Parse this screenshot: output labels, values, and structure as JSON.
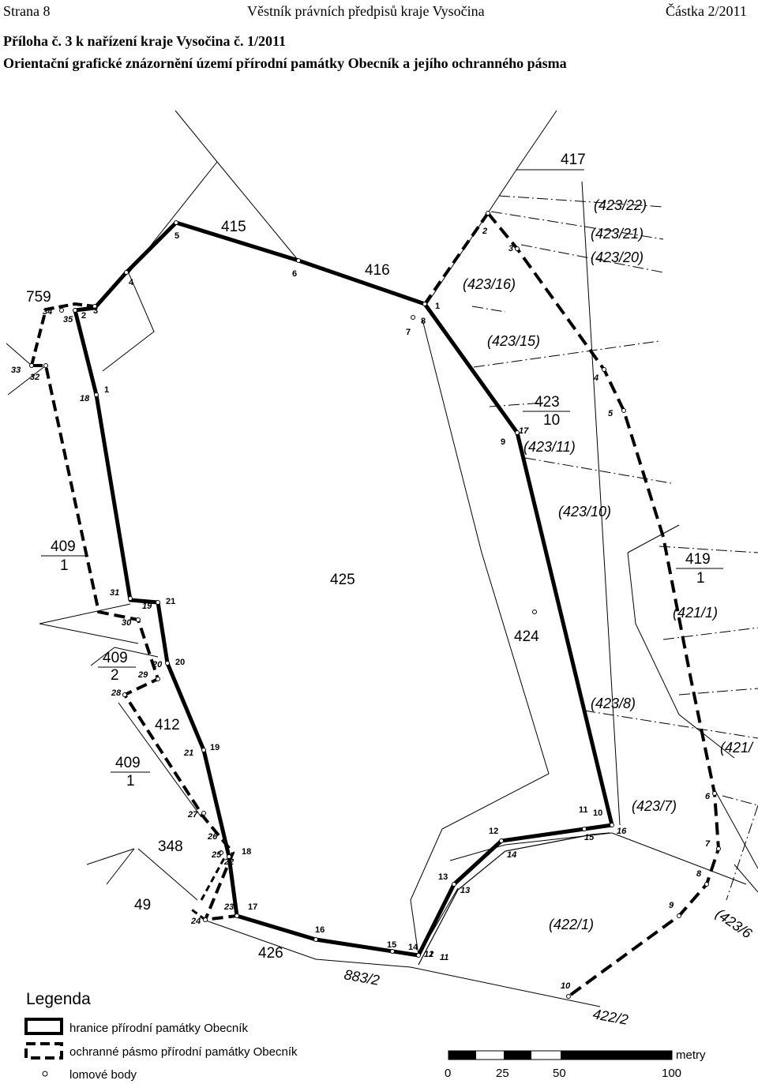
{
  "header": {
    "page": "Strana 8",
    "journal": "Věstník právních předpisů kraje Vysočina",
    "issue": "Částka 2/2011"
  },
  "attachment": "Příloha č. 3 k nařízení kraje Vysočina č. 1/2011",
  "title": "Orientační grafické znázornění území přírodní památky Obecník a jejího ochranného pásma",
  "parcels": {
    "p417": "417",
    "p415": "415",
    "p416": "416",
    "p759": "759",
    "p423_22": "(423/22)",
    "p423_21": "(423/21)",
    "p423_20": "(423/20)",
    "p423_16": "(423/16)",
    "p423_15": "(423/15)",
    "p423_num": "423",
    "p423_den": "10",
    "p423_11": "(423/11)",
    "p423_10": "(423/10)",
    "p409a_num": "409",
    "p409a_den": "1",
    "p409b_num": "409",
    "p409b_den": "2",
    "p409c_num": "409",
    "p409c_den": "1",
    "p419_num": "419",
    "p419_den": "1",
    "p421_1": "(421/1)",
    "p421_cut": "(421/",
    "p425": "425",
    "p424": "424",
    "p412": "412",
    "p423_8": "(423/8)",
    "p423_7": "(423/7)",
    "p348": "348",
    "p49": "49",
    "p426": "426",
    "p422_1": "(422/1)",
    "p883_2": "883/2",
    "p422_2": "422/2",
    "p423_6cut": "(423/6"
  },
  "points_reserve": [
    "1",
    "2",
    "3",
    "4",
    "5",
    "6",
    "7",
    "8",
    "9",
    "10",
    "11",
    "12",
    "13",
    "14",
    "15",
    "16",
    "17",
    "18",
    "19",
    "20",
    "21"
  ],
  "points_buffer": [
    "1",
    "2",
    "3",
    "4",
    "5",
    "6",
    "7",
    "8",
    "9",
    "10",
    "11",
    "12",
    "13",
    "14",
    "15",
    "16",
    "17",
    "18",
    "19",
    "20",
    "21",
    "22",
    "23",
    "24",
    "25",
    "26",
    "27",
    "28",
    "29",
    "30",
    "31",
    "32",
    "33",
    "34",
    "35"
  ],
  "legend": {
    "title": "Legenda",
    "boundary": "hranice přírodní památky Obecník",
    "buffer": "ochranné pásmo přírodní památky Obecník",
    "points": "lomové body"
  },
  "scale": {
    "unit": "metry",
    "ticks": [
      "0",
      "25",
      "50",
      "100"
    ]
  }
}
